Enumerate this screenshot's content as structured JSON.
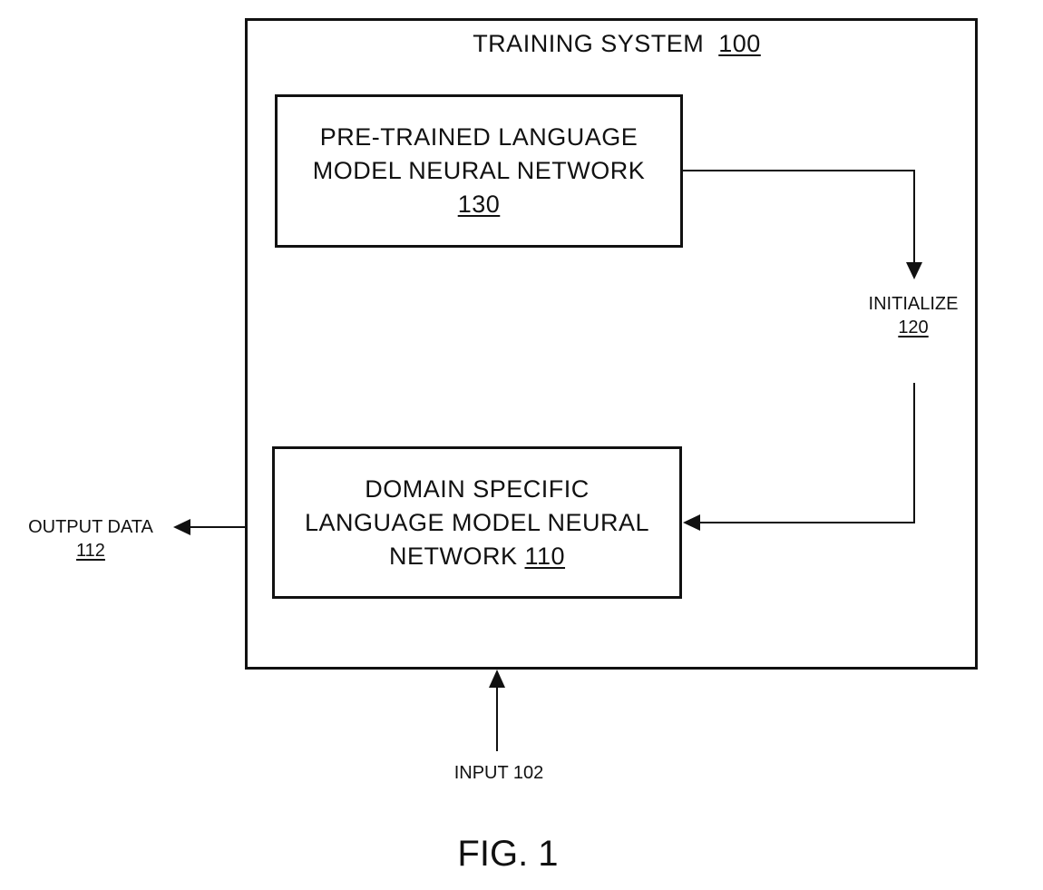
{
  "figure": {
    "caption": "FIG. 1"
  },
  "training_system": {
    "title": "TRAINING SYSTEM",
    "ref": "100"
  },
  "pretrained_model": {
    "line1": "PRE-TRAINED LANGUAGE",
    "line2": "MODEL NEURAL NETWORK",
    "ref": "130"
  },
  "domain_model": {
    "line1": "DOMAIN SPECIFIC",
    "line2": "LANGUAGE MODEL NEURAL",
    "line3": "NETWORK",
    "ref": "110"
  },
  "initialize": {
    "label": "INITIALIZE",
    "ref": "120"
  },
  "output": {
    "label": "OUTPUT DATA",
    "ref": "112"
  },
  "input": {
    "label": "INPUT 102"
  }
}
